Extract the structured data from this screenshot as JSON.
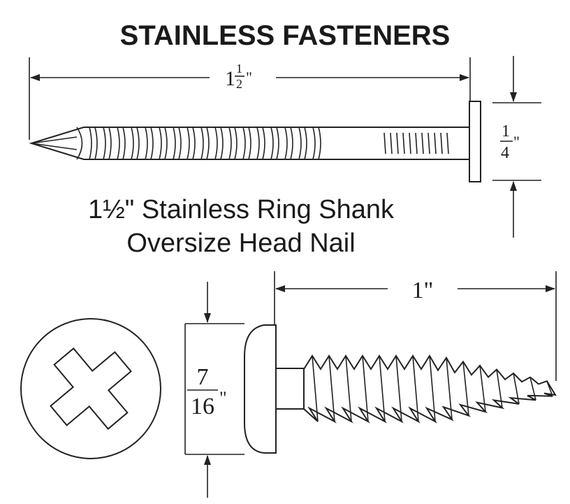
{
  "title": "STAINLESS FASTENERS",
  "nail": {
    "caption_line1": "1½\" Stainless Ring Shank",
    "caption_line2": "Oversize Head Nail",
    "length_whole": "1",
    "length_num": "1",
    "length_den": "2",
    "head_num": "1",
    "head_den": "4",
    "inch_mark": "\""
  },
  "screw": {
    "length_label": "1\"",
    "head_num": "7",
    "head_den": "16",
    "inch_mark": "\"",
    "drive_icon": "phillips-cross-icon"
  }
}
